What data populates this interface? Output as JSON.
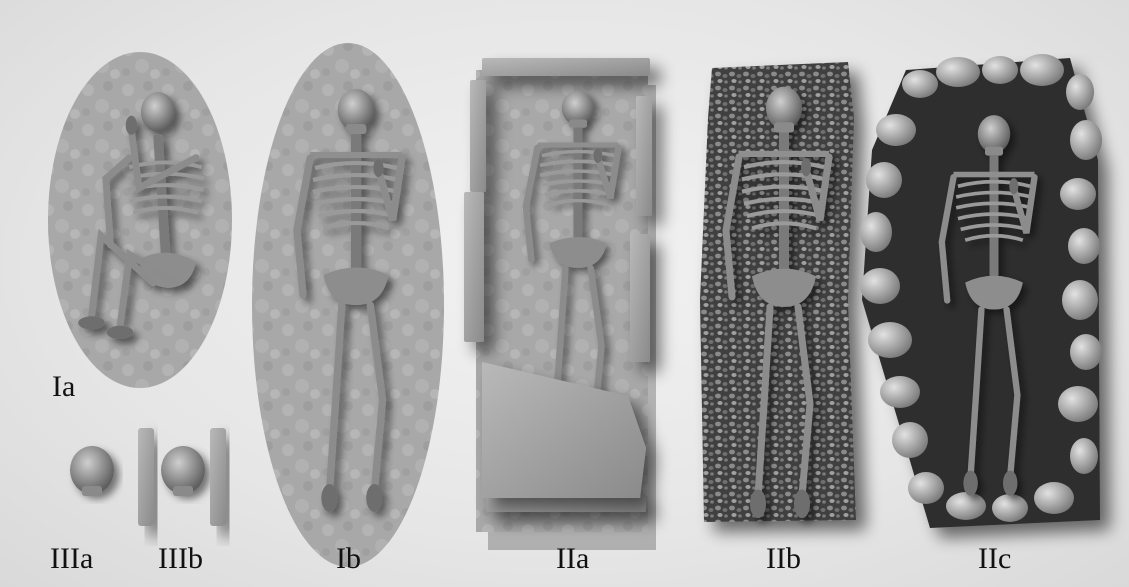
{
  "figure": {
    "labels": {
      "ia": "Ia",
      "ib": "Ib",
      "iia": "IIa",
      "iib": "IIb",
      "iic": "IIc",
      "iiia": "IIIa",
      "iiib": "IIIb"
    }
  },
  "colors": {
    "background": "#e8e8e8",
    "pit_fill": "#a9a9a9",
    "bone": "#8f8f8f",
    "bone_dark": "#3c3c3c",
    "stone": "#9d9d9d",
    "gravel": "#555555",
    "label_text": "#111111"
  }
}
